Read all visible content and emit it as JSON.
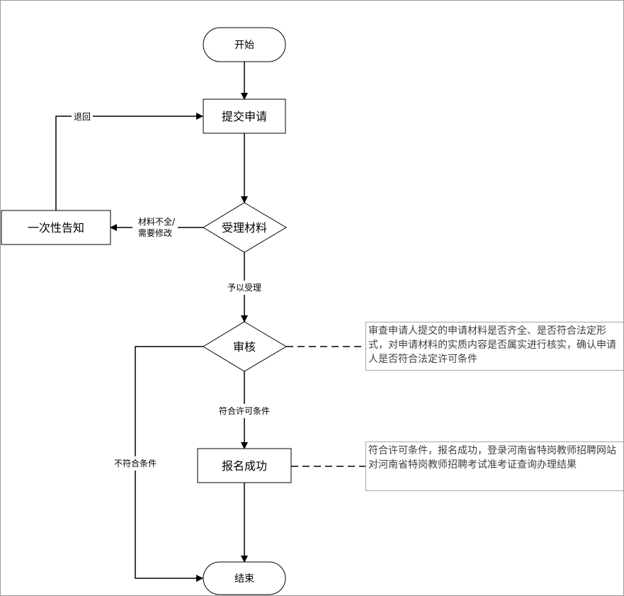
{
  "nodes": {
    "start": "开始",
    "submit": "提交申请",
    "accept": "受理材料",
    "notify": "一次性告知",
    "review": "审核",
    "success": "报名成功",
    "end": "结束"
  },
  "edges": {
    "return": "退回",
    "incomplete_line1": "材料不全/",
    "incomplete_line2": "需要修改",
    "accepted": "予以受理",
    "qualified": "符合许可条件",
    "not_qualified": "不符合条件"
  },
  "notes": {
    "review_note": "审查申请人提交的申请材料是否齐全、是否符合法定形式，对申请材料的实质内容是否属实进行核实，确认申请人是否符合法定许可条件",
    "success_note": "符合许可条件，报名成功，登录河南省特岗教师招聘网站对河南省特岗教师招聘考试准考证查询办理结果"
  }
}
